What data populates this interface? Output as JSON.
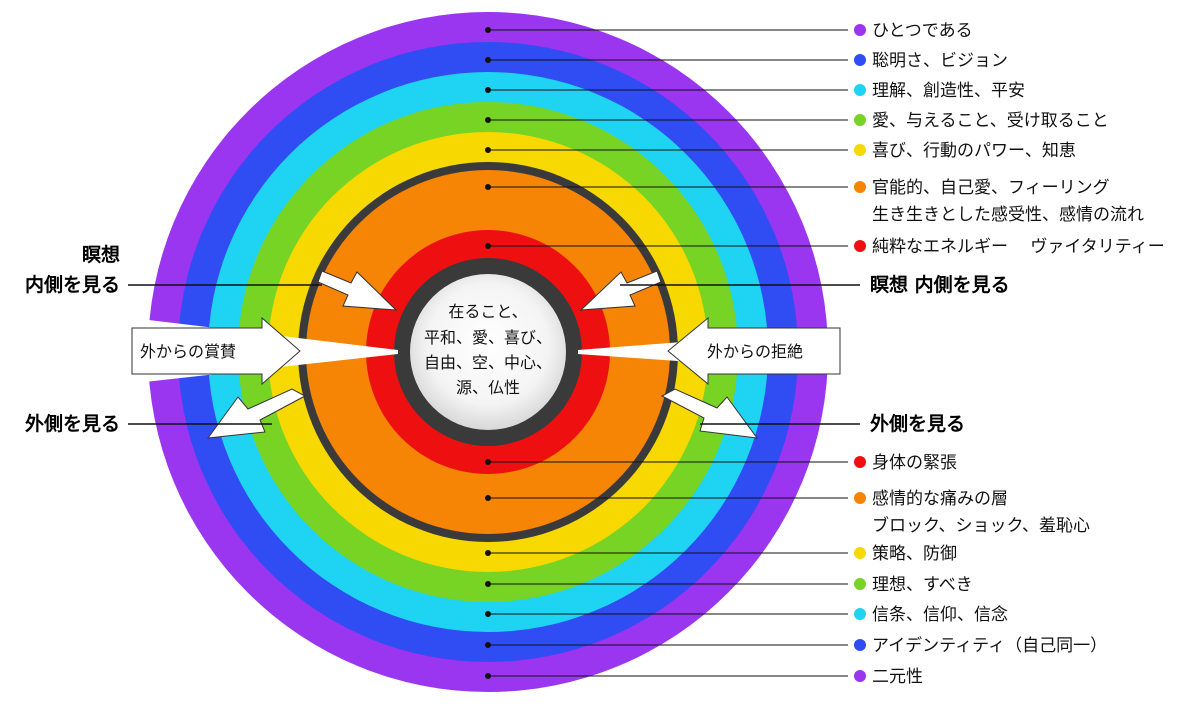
{
  "center_text": [
    "在ること、",
    "平和、愛、喜び、",
    "自由、空、中心、",
    "源、仏性"
  ],
  "upper_labels": [
    {
      "lines": [
        "ひとつである"
      ],
      "dot_color": "#9a35f0"
    },
    {
      "lines": [
        "聡明さ、ビジョン"
      ],
      "dot_color": "#2f4df2"
    },
    {
      "lines": [
        "理解、創造性、平安"
      ],
      "dot_color": "#1fd3f2"
    },
    {
      "lines": [
        "愛、与えること、受け取ること"
      ],
      "dot_color": "#77d424"
    },
    {
      "lines": [
        "喜び、行動のパワー、知恵"
      ],
      "dot_color": "#f7d800"
    },
    {
      "lines": [
        "官能的、自己愛、フィーリング",
        "生き生きとした感受性、感情の流れ"
      ],
      "dot_color": "#f68405"
    },
    {
      "lines": [
        "純粋なエネルギー　 ヴァイタリティー"
      ],
      "dot_color": "#ee1010"
    }
  ],
  "lower_labels": [
    {
      "lines": [
        "身体の緊張"
      ],
      "dot_color": "#ee1010"
    },
    {
      "lines": [
        "感情的な痛みの層",
        "ブロック、ショック、羞恥心"
      ],
      "dot_color": "#f68405"
    },
    {
      "lines": [
        "策略、防御"
      ],
      "dot_color": "#f7d800"
    },
    {
      "lines": [
        "理想、すべき"
      ],
      "dot_color": "#77d424"
    },
    {
      "lines": [
        "信条、信仰、信念"
      ],
      "dot_color": "#1fd3f2"
    },
    {
      "lines": [
        "アイデンティティ（自己同一）"
      ],
      "dot_color": "#2f4df2"
    },
    {
      "lines": [
        "二元性"
      ],
      "dot_color": "#9a35f0"
    }
  ],
  "left_top_label": [
    "瞑想",
    "内側を見る"
  ],
  "right_top_label": "瞑想 内側を見る",
  "left_bottom_label": "外側を見る",
  "right_bottom_label": "外側を見る",
  "left_box_label": "外からの賞賛",
  "right_box_label": "外からの拒絶",
  "ring_colors": {
    "violet": "#9a35f0",
    "blue": "#2f4df2",
    "cyan": "#1fd3f2",
    "green": "#77d424",
    "yellow": "#f7d800",
    "orange": "#f68405",
    "red": "#ee1010",
    "border": "#3a3a3a"
  }
}
